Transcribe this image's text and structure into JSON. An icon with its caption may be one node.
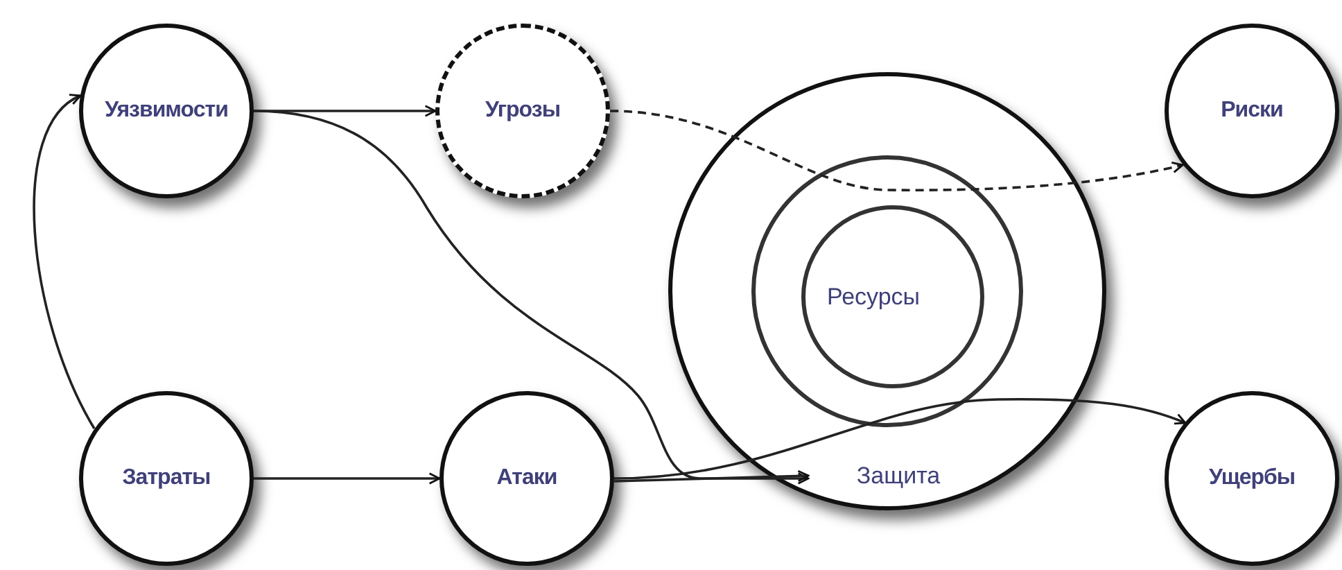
{
  "diagram": {
    "nodes": [
      {
        "text": [
          "Уязвимости"
        ]
      },
      {
        "text": [
          "Угрозы"
        ]
      },
      {
        "text": [
          "Защита"
        ]
      },
      {
        "text": [
          "Ресурсы"
        ],
        "in": 2
      },
      {
        "text": [
          "Риски"
        ]
      },
      {
        "text": [
          "Затраты"
        ]
      },
      {
        "text": [
          "Атаки"
        ]
      },
      {
        "text": [
          "Ущербы"
        ]
      }
    ],
    "edges": [
      {
        "from": 5,
        "to": 0,
        "arrow": "to"
      },
      {
        "from": 0,
        "to": 1,
        "arrow": "to"
      },
      {
        "from": 0,
        "to": 2,
        "arrow": "to"
      },
      {
        "from": 5,
        "to": 6,
        "arrow": "to"
      },
      {
        "from": 1,
        "to": 4,
        "arrow": "to",
        "style": "dashed"
      },
      {
        "from": 6,
        "to": 2,
        "arrow": "to"
      },
      {
        "from": 6,
        "to": 7,
        "arrow": "to"
      }
    ]
  }
}
